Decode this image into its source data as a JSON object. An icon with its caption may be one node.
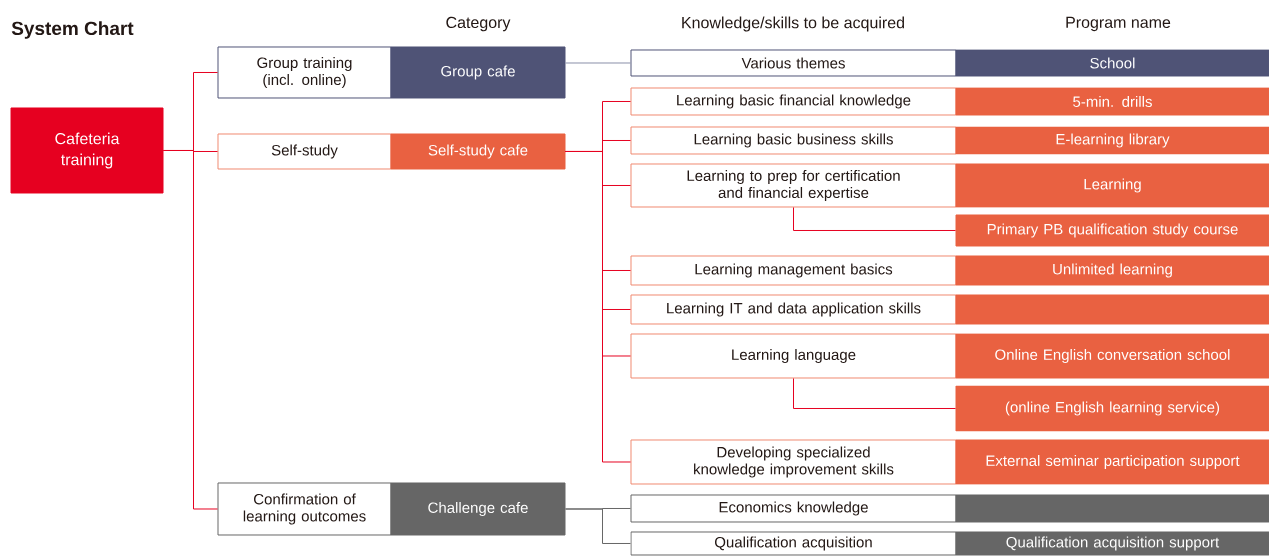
{
  "diagram": {
    "title": "System Chart",
    "nodes": [
      {
        "text": [
          "Cafeteria training"
        ]
      },
      {
        "text": [
          "Group training (incl. online)"
        ]
      },
      {
        "text": [
          "Group cafe"
        ]
      },
      {
        "text": [
          "Self-study"
        ]
      },
      {
        "text": [
          "Self-study cafe"
        ]
      },
      {
        "text": [
          "Confirmation of learning outcomes"
        ]
      },
      {
        "text": [
          "Challenge cafe"
        ]
      },
      {
        "text": [
          "Various themes"
        ]
      },
      {
        "text": [
          "School"
        ]
      },
      {
        "text": [
          "Learning basic financial knowledge"
        ]
      },
      {
        "text": [
          "5-min. drills"
        ]
      },
      {
        "text": [
          "Learning basic business skills"
        ]
      },
      {
        "text": [
          "E-learning library"
        ]
      },
      {
        "text": [
          "Learning to prep for certification and financial expertise"
        ]
      },
      {
        "text": [
          "Learning"
        ]
      },
      {
        "text": [
          "Primary PB qualification study course"
        ]
      },
      {
        "text": [
          "Learning management basics"
        ]
      },
      {
        "text": [
          "Unlimited learning"
        ]
      },
      {
        "text": [
          "Learning IT and data application skills"
        ]
      },
      {
        "text": [],
        "shape": "box"
      },
      {
        "text": [
          "Learning language"
        ]
      },
      {
        "text": [
          "Online English conversation school"
        ]
      },
      {
        "text": [
          "(online English learning service)"
        ]
      },
      {
        "text": [
          "Developing specialized knowledge improvement skills"
        ]
      },
      {
        "text": [
          "External seminar participation support"
        ]
      },
      {
        "text": [
          "Economics knowledge"
        ]
      },
      {
        "text": [],
        "shape": "box"
      },
      {
        "text": [
          "Qualification acquisition"
        ]
      },
      {
        "text": [
          "Qualification acquisition support"
        ]
      }
    ],
    "edges": [
      {
        "from": 0,
        "to": 1,
        "arrow": "none"
      },
      {
        "from": 0,
        "to": 3,
        "arrow": "none"
      },
      {
        "from": 0,
        "to": 5,
        "arrow": "none"
      },
      {
        "from": 2,
        "to": 7,
        "arrow": "none",
        "color": "#8a90a8"
      },
      {
        "from": 4,
        "to": 9,
        "arrow": "none"
      },
      {
        "from": 4,
        "to": 11,
        "arrow": "none"
      },
      {
        "from": 4,
        "to": 13,
        "arrow": "none"
      },
      {
        "from": 4,
        "to": 16,
        "arrow": "none"
      },
      {
        "from": 4,
        "to": 18,
        "arrow": "none"
      },
      {
        "from": 4,
        "to": 20,
        "arrow": "none"
      },
      {
        "from": 4,
        "to": 23,
        "arrow": "none"
      },
      {
        "from": 13,
        "to": 15,
        "arrow": "none"
      },
      {
        "from": 20,
        "to": 22,
        "arrow": "none"
      },
      {
        "from": 6,
        "to": 25,
        "arrow": "none",
        "color": "#666666"
      },
      {
        "from": 6,
        "to": 27,
        "arrow": "none",
        "color": "#666666"
      }
    ],
    "labels": [
      "Category",
      "Knowledge/skills to be acquired",
      "Program name"
    ]
  }
}
